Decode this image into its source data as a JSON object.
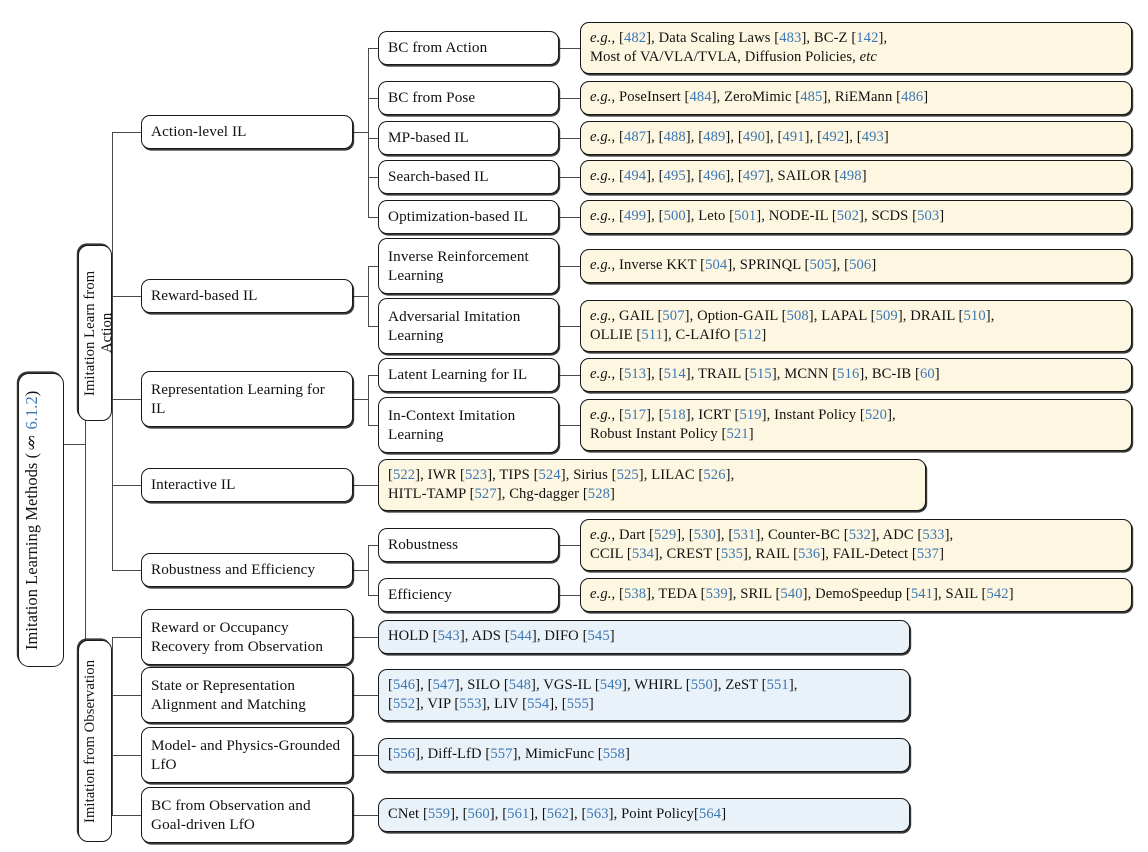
{
  "diagram": {
    "title": "Imitation Learning Methods (§ 6.1.2)",
    "type": "taxonomy-tree",
    "colors": {
      "cream_box": "#fdf6e0",
      "blue_box": "#eaf2f9",
      "citation_blue": "#3c78b4",
      "border": "#1a1a1a",
      "connector": "#4a4a4a",
      "page_background": "#ffffff"
    }
  },
  "root": {
    "label_plain": "Imitation Learning Methods (§ 6.1.2)",
    "label_prefix": "Imitation Learning Methods (§ ",
    "label_ref": "6.1.2",
    "label_suffix": ")"
  },
  "branches": [
    {
      "id": "ifa",
      "label": "Imitation Learn from Action"
    },
    {
      "id": "ifo",
      "label": "Imitation from Observation"
    }
  ],
  "categories": {
    "action_level": "Action-level IL",
    "reward_based": "Reward-based IL",
    "representation": "Representation Learning for IL",
    "interactive": "Interactive IL",
    "robustness_efficiency": "Robustness and Efficiency",
    "reward_occupancy": "Reward or Occupancy Recovery from Observation",
    "state_repr": "State or Representation Alignment and Matching",
    "model_physics": "Model- and Physics-Grounded LfO",
    "bc_obs_goal": "BC from Observation and Goal-driven LfO"
  },
  "subcategories": {
    "bc_from_action": "BC from Action",
    "bc_from_pose": "BC from Pose",
    "mp_based": "MP-based IL",
    "search_based": "Search-based IL",
    "optimization_based": "Optimization-based IL",
    "inverse_rl": "Inverse Reinforcement Learning",
    "adversarial": "Adversarial Imitation Learning",
    "latent": "Latent Learning for IL",
    "in_context": "In-Context Imitation Learning",
    "robustness": "Robustness",
    "efficiency": "Efficiency"
  },
  "leaves": {
    "bc_from_action": {
      "eg": "e.g.,",
      "lines": [
        [
          {
            "t": " ["
          },
          {
            "r": "482"
          },
          {
            "t": "], Data Scaling Laws ["
          },
          {
            "r": "483"
          },
          {
            "t": "], BC-Z ["
          },
          {
            "r": "142"
          },
          {
            "t": "],"
          }
        ],
        [
          {
            "t": "Most of VA/VLA/TVLA, Diffusion Policies, "
          },
          {
            "i": "etc"
          }
        ]
      ]
    },
    "bc_from_pose": {
      "eg": "e.g.,",
      "lines": [
        [
          {
            "t": " PoseInsert ["
          },
          {
            "r": "484"
          },
          {
            "t": "], ZeroMimic ["
          },
          {
            "r": "485"
          },
          {
            "t": "], RiEMann ["
          },
          {
            "r": "486"
          },
          {
            "t": "]"
          }
        ]
      ]
    },
    "mp_based": {
      "eg": "e.g.,",
      "lines": [
        [
          {
            "t": " ["
          },
          {
            "r": "487"
          },
          {
            "t": "], ["
          },
          {
            "r": "488"
          },
          {
            "t": "], ["
          },
          {
            "r": "489"
          },
          {
            "t": "], ["
          },
          {
            "r": "490"
          },
          {
            "t": "], ["
          },
          {
            "r": "491"
          },
          {
            "t": "], ["
          },
          {
            "r": "492"
          },
          {
            "t": "], ["
          },
          {
            "r": "493"
          },
          {
            "t": "]"
          }
        ]
      ]
    },
    "search_based": {
      "eg": "e.g.,",
      "lines": [
        [
          {
            "t": " ["
          },
          {
            "r": "494"
          },
          {
            "t": "], ["
          },
          {
            "r": "495"
          },
          {
            "t": "], ["
          },
          {
            "r": "496"
          },
          {
            "t": "], ["
          },
          {
            "r": "497"
          },
          {
            "t": "], SAILOR ["
          },
          {
            "r": "498"
          },
          {
            "t": "]"
          }
        ]
      ]
    },
    "optimization_based": {
      "eg": "e.g.,",
      "lines": [
        [
          {
            "t": " ["
          },
          {
            "r": "499"
          },
          {
            "t": "], ["
          },
          {
            "r": "500"
          },
          {
            "t": "], Leto ["
          },
          {
            "r": "501"
          },
          {
            "t": "], NODE-IL ["
          },
          {
            "r": "502"
          },
          {
            "t": "], SCDS ["
          },
          {
            "r": "503"
          },
          {
            "t": "]"
          }
        ]
      ]
    },
    "inverse_rl": {
      "eg": "e.g.,",
      "lines": [
        [
          {
            "t": " Inverse KKT ["
          },
          {
            "r": "504"
          },
          {
            "t": "], SPRINQL ["
          },
          {
            "r": "505"
          },
          {
            "t": "], ["
          },
          {
            "r": "506"
          },
          {
            "t": "]"
          }
        ]
      ]
    },
    "adversarial": {
      "eg": "e.g.,",
      "lines": [
        [
          {
            "t": " GAIL ["
          },
          {
            "r": "507"
          },
          {
            "t": "], Option-GAIL ["
          },
          {
            "r": "508"
          },
          {
            "t": "], LAPAL ["
          },
          {
            "r": "509"
          },
          {
            "t": "], DRAIL ["
          },
          {
            "r": "510"
          },
          {
            "t": "],"
          }
        ],
        [
          {
            "t": "OLLIE ["
          },
          {
            "r": "511"
          },
          {
            "t": "], C-LAIfO ["
          },
          {
            "r": "512"
          },
          {
            "t": "]"
          }
        ]
      ]
    },
    "latent": {
      "eg": "e.g.,",
      "lines": [
        [
          {
            "t": " ["
          },
          {
            "r": "513"
          },
          {
            "t": "], ["
          },
          {
            "r": "514"
          },
          {
            "t": "], TRAIL ["
          },
          {
            "r": "515"
          },
          {
            "t": "], MCNN ["
          },
          {
            "r": "516"
          },
          {
            "t": "], BC-IB ["
          },
          {
            "r": "60"
          },
          {
            "t": "]"
          }
        ]
      ]
    },
    "in_context": {
      "eg": "e.g.,",
      "lines": [
        [
          {
            "t": " ["
          },
          {
            "r": "517"
          },
          {
            "t": "], ["
          },
          {
            "r": "518"
          },
          {
            "t": "], ICRT ["
          },
          {
            "r": "519"
          },
          {
            "t": "], Instant Policy ["
          },
          {
            "r": "520"
          },
          {
            "t": "],"
          }
        ],
        [
          {
            "t": "Robust Instant Policy ["
          },
          {
            "r": "521"
          },
          {
            "t": "]"
          }
        ]
      ]
    },
    "interactive": {
      "eg": "",
      "lines": [
        [
          {
            "t": "["
          },
          {
            "r": "522"
          },
          {
            "t": "], IWR ["
          },
          {
            "r": "523"
          },
          {
            "t": "], TIPS ["
          },
          {
            "r": "524"
          },
          {
            "t": "], Sirius ["
          },
          {
            "r": "525"
          },
          {
            "t": "], LILAC ["
          },
          {
            "r": "526"
          },
          {
            "t": "],"
          }
        ],
        [
          {
            "t": "HITL-TAMP ["
          },
          {
            "r": "527"
          },
          {
            "t": "], Chg-dagger ["
          },
          {
            "r": "528"
          },
          {
            "t": "]"
          }
        ]
      ]
    },
    "robustness": {
      "eg": "e.g.,",
      "lines": [
        [
          {
            "t": " Dart ["
          },
          {
            "r": "529"
          },
          {
            "t": "], ["
          },
          {
            "r": "530"
          },
          {
            "t": "], ["
          },
          {
            "r": "531"
          },
          {
            "t": "], Counter-BC ["
          },
          {
            "r": "532"
          },
          {
            "t": "], ADC ["
          },
          {
            "r": "533"
          },
          {
            "t": "],"
          }
        ],
        [
          {
            "t": "CCIL ["
          },
          {
            "r": "534"
          },
          {
            "t": "], CREST ["
          },
          {
            "r": "535"
          },
          {
            "t": "], RAIL ["
          },
          {
            "r": "536"
          },
          {
            "t": "], FAIL-Detect ["
          },
          {
            "r": "537"
          },
          {
            "t": "]"
          }
        ]
      ]
    },
    "efficiency": {
      "eg": "e.g.,",
      "lines": [
        [
          {
            "t": " ["
          },
          {
            "r": "538"
          },
          {
            "t": "], TEDA ["
          },
          {
            "r": "539"
          },
          {
            "t": "], SRIL ["
          },
          {
            "r": "540"
          },
          {
            "t": "], DemoSpeedup ["
          },
          {
            "r": "541"
          },
          {
            "t": "], SAIL ["
          },
          {
            "r": "542"
          },
          {
            "t": "]"
          }
        ]
      ]
    },
    "reward_occupancy": {
      "eg": "",
      "lines": [
        [
          {
            "t": "HOLD ["
          },
          {
            "r": "543"
          },
          {
            "t": "], ADS ["
          },
          {
            "r": "544"
          },
          {
            "t": "], DIFO  ["
          },
          {
            "r": "545"
          },
          {
            "t": "]"
          }
        ]
      ]
    },
    "state_repr": {
      "eg": "",
      "lines": [
        [
          {
            "t": "["
          },
          {
            "r": "546"
          },
          {
            "t": "], ["
          },
          {
            "r": "547"
          },
          {
            "t": "], SILO ["
          },
          {
            "r": "548"
          },
          {
            "t": "], VGS-IL ["
          },
          {
            "r": "549"
          },
          {
            "t": "], WHIRL ["
          },
          {
            "r": "550"
          },
          {
            "t": "], ZeST ["
          },
          {
            "r": "551"
          },
          {
            "t": "],"
          }
        ],
        [
          {
            "t": "["
          },
          {
            "r": "552"
          },
          {
            "t": "], VIP ["
          },
          {
            "r": "553"
          },
          {
            "t": "], LIV ["
          },
          {
            "r": "554"
          },
          {
            "t": "], ["
          },
          {
            "r": "555"
          },
          {
            "t": "]"
          }
        ]
      ]
    },
    "model_physics": {
      "eg": "",
      "lines": [
        [
          {
            "t": "["
          },
          {
            "r": "556"
          },
          {
            "t": "], Diff-LfD ["
          },
          {
            "r": "557"
          },
          {
            "t": "], MimicFunc ["
          },
          {
            "r": "558"
          },
          {
            "t": "]"
          }
        ]
      ]
    },
    "bc_obs_goal": {
      "eg": "",
      "lines": [
        [
          {
            "t": "CNet ["
          },
          {
            "r": "559"
          },
          {
            "t": "], ["
          },
          {
            "r": "560"
          },
          {
            "t": "], ["
          },
          {
            "r": "561"
          },
          {
            "t": "], ["
          },
          {
            "r": "562"
          },
          {
            "t": "], ["
          },
          {
            "r": "563"
          },
          {
            "t": "], Point Policy["
          },
          {
            "r": "564"
          },
          {
            "t": "]"
          }
        ]
      ]
    }
  }
}
